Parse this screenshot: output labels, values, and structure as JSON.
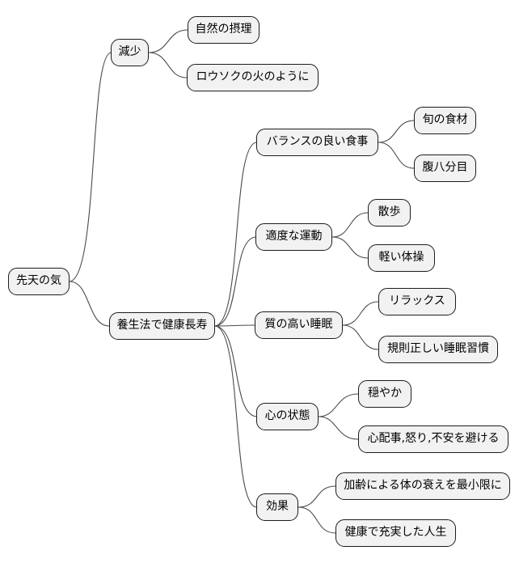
{
  "diagram": {
    "type": "mindmap",
    "root": {
      "label": "先天の気"
    },
    "branches": [
      {
        "label": "減少",
        "children": [
          {
            "label": "自然の摂理"
          },
          {
            "label": "ロウソクの火のように"
          }
        ]
      },
      {
        "label": "養生法で健康長寿",
        "children": [
          {
            "label": "バランスの良い食事",
            "children": [
              {
                "label": "旬の食材"
              },
              {
                "label": "腹八分目"
              }
            ]
          },
          {
            "label": "適度な運動",
            "children": [
              {
                "label": "散歩"
              },
              {
                "label": "軽い体操"
              }
            ]
          },
          {
            "label": "質の高い睡眠",
            "children": [
              {
                "label": "リラックス"
              },
              {
                "label": "規則正しい睡眠習慣"
              }
            ]
          },
          {
            "label": "心の状態",
            "children": [
              {
                "label": "穏やか"
              },
              {
                "label": "心配事,怒り,不安を避ける"
              }
            ]
          },
          {
            "label": "効果",
            "children": [
              {
                "label": "加齢による体の衰えを最小限に"
              },
              {
                "label": "健康で充実した人生"
              }
            ]
          }
        ]
      }
    ],
    "colors": {
      "background": "#ffffff",
      "node_fill": "#f2f2f2",
      "node_border": "#1c1c1c",
      "connector": "#4a4a4a",
      "text": "#000000"
    }
  }
}
